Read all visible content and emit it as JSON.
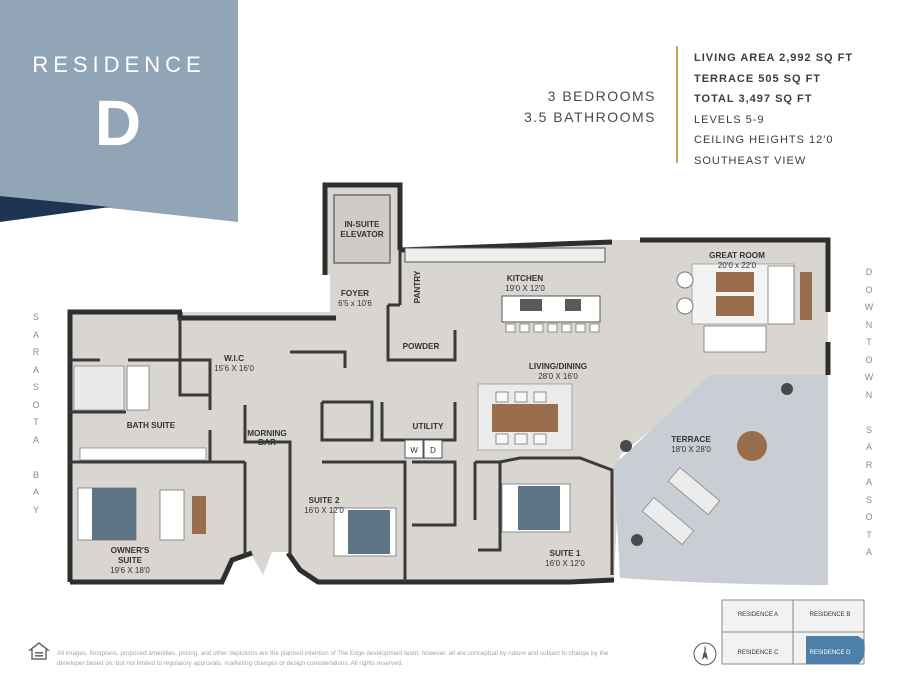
{
  "banner": {
    "title": "RESIDENCE",
    "letter": "D",
    "color": "#92a5b7",
    "accent": "#1d3550"
  },
  "summary": {
    "bedrooms": "3 BEDROOMS",
    "bathrooms": "3.5 BATHROOMS"
  },
  "stats": {
    "living_area": "LIVING AREA 2,992 SQ FT",
    "terrace": "TERRACE 505 SQ FT",
    "total": "TOTAL 3,497 SQ FT",
    "levels": "LEVELS 5-9",
    "ceiling": "CEILING HEIGHTS 12'0",
    "view": "SOUTHEAST VIEW"
  },
  "side_labels": {
    "left": [
      "S",
      "A",
      "R",
      "A",
      "S",
      "O",
      "T",
      "A",
      "",
      "B",
      "A",
      "Y"
    ],
    "right": [
      "D",
      "O",
      "W",
      "N",
      "T",
      "O",
      "W",
      "N",
      "",
      "S",
      "A",
      "R",
      "A",
      "S",
      "O",
      "T",
      "A"
    ]
  },
  "rooms": {
    "elevator": [
      "IN-SUITE",
      "ELEVATOR"
    ],
    "foyer": [
      "FOYER",
      "6'5 x 10'6"
    ],
    "pantry": "PANTRY",
    "kitchen": [
      "KITCHEN",
      "19'0 X 12'0"
    ],
    "great_room": [
      "GREAT ROOM",
      "20'0 x 22'0"
    ],
    "powder": "POWDER",
    "wic": [
      "W.I.C",
      "15'6 X 16'0"
    ],
    "living_dining": [
      "LIVING/DINING",
      "28'0 X 16'0"
    ],
    "bath_suite": "BATH SUITE",
    "morning_bar": [
      "MORNING",
      "BAR"
    ],
    "utility": "UTILITY",
    "washer": "W",
    "dryer": "D",
    "terrace": [
      "TERRACE",
      "18'0 X 28'0"
    ],
    "owners_suite": [
      "OWNER'S",
      "SUITE",
      "19'6 X 18'0"
    ],
    "suite2": [
      "SUITE 2",
      "16'0 X 12'0"
    ],
    "suite1": [
      "SUITE 1",
      "16'0 X 12'0"
    ]
  },
  "keyplan": {
    "a": "RESIDENCE A",
    "b": "RESIDENCE B",
    "c": "RESIDENCE C",
    "d": "RESIDENCE D",
    "highlight": "#4d7fa8"
  },
  "compass_letter": "N",
  "disclaimer": "All images, floorplans, proposed amenities, pricing, and other depictions are the planned intention of The Edge development team; however, all are conceptual by nature and subject to change by the developer based on, but not limited to regulatory approvals, marketing changes or design considerations. All rights reserved.",
  "colors": {
    "floor": "#d9d6d1",
    "terrace": "#c8ced4",
    "wall": "#2e2e2e",
    "gold": "#c9a84c"
  }
}
